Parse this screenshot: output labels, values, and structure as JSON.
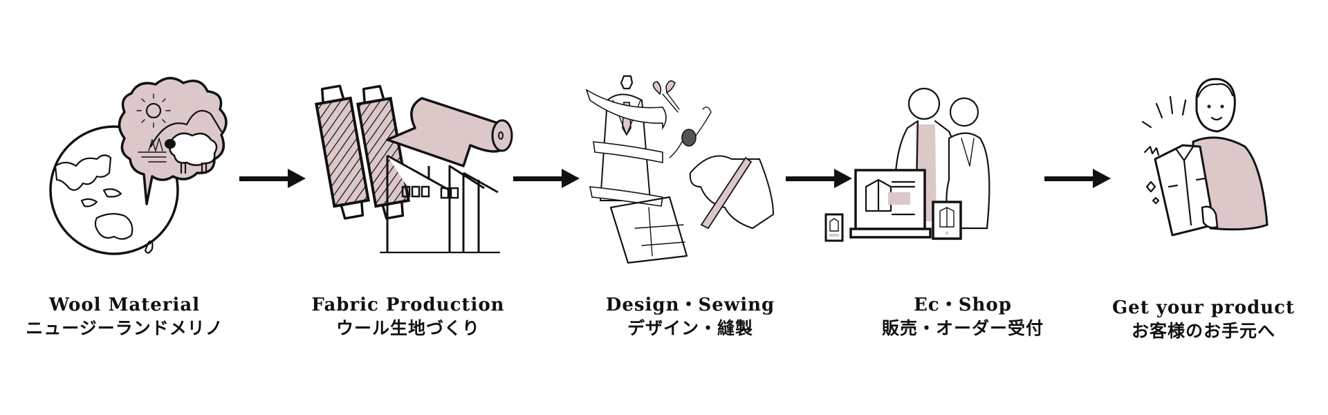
{
  "colors": {
    "accent_pink": "#dcc8c9",
    "ink": "#111111",
    "background": "#ffffff"
  },
  "steps": [
    {
      "title_en": "Wool Material",
      "title_jp": "ニュージーランドメリノ",
      "icon": "globe-sheep-icon"
    },
    {
      "title_en": "Fabric Production",
      "title_jp": "ウール生地づくり",
      "icon": "spools-factory-icon"
    },
    {
      "title_en": "Design・Sewing",
      "title_jp": "デザイン・縫製",
      "icon": "tailoring-icon"
    },
    {
      "title_en": "Ec・Shop",
      "title_jp": "販売・オーダー受付",
      "icon": "shop-devices-icon"
    },
    {
      "title_en": "Get your product",
      "title_jp": "お客様のお手元へ",
      "icon": "customer-shirt-icon"
    }
  ],
  "arrows": [
    {
      "icon": "arrow-right-icon"
    },
    {
      "icon": "arrow-right-icon"
    },
    {
      "icon": "arrow-right-icon"
    },
    {
      "icon": "arrow-right-icon"
    }
  ]
}
